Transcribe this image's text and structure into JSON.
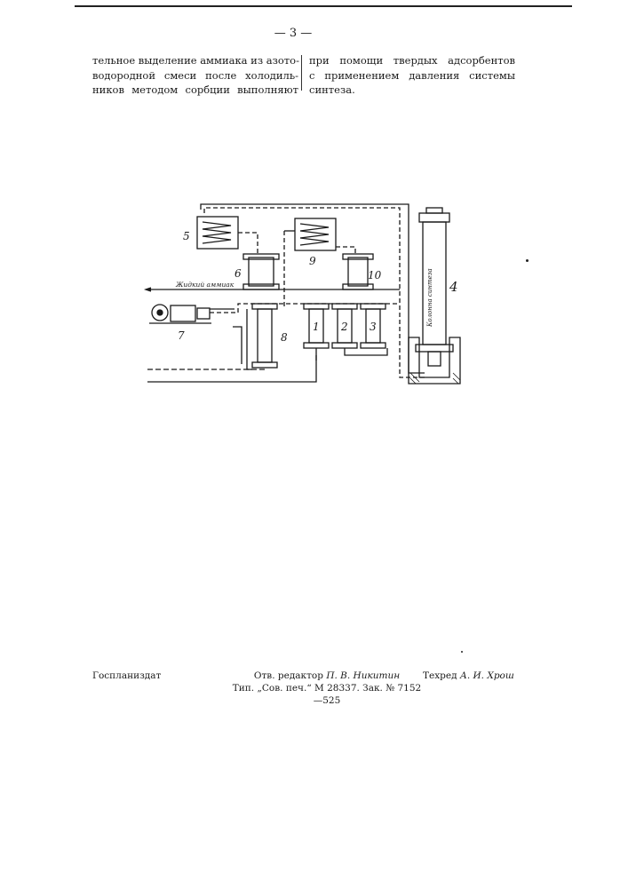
{
  "header": {
    "page_number": "— 3 —"
  },
  "columns": {
    "left_lines": [
      "тельное выделение аммиака из азото-",
      "водородной смеси после холодиль-",
      "ников методом сорбции выполняют"
    ],
    "right_lines": [
      "при помощи твердых адсорбентов",
      "с применением давления системы",
      "синтеза."
    ]
  },
  "figure": {
    "labels": {
      "n1": "1",
      "n2": "2",
      "n3": "3",
      "n4": "4",
      "n5": "5",
      "n6": "6",
      "n7": "7",
      "n8": "8",
      "n9": "9",
      "n10": "10",
      "liquid_ammonia": "Жидкий аммиак",
      "column": "Колонна синтеза"
    }
  },
  "footer": {
    "publisher": "Госпланиздат",
    "editor_label": "Отв. редактор",
    "editor_name": "П. В. Никитин",
    "techred_label": "Техред",
    "techred_name": "А. И. Хрош",
    "print_info": "Тип. „Сов. печ.“ М 28337. Зак. № 7152—525"
  }
}
